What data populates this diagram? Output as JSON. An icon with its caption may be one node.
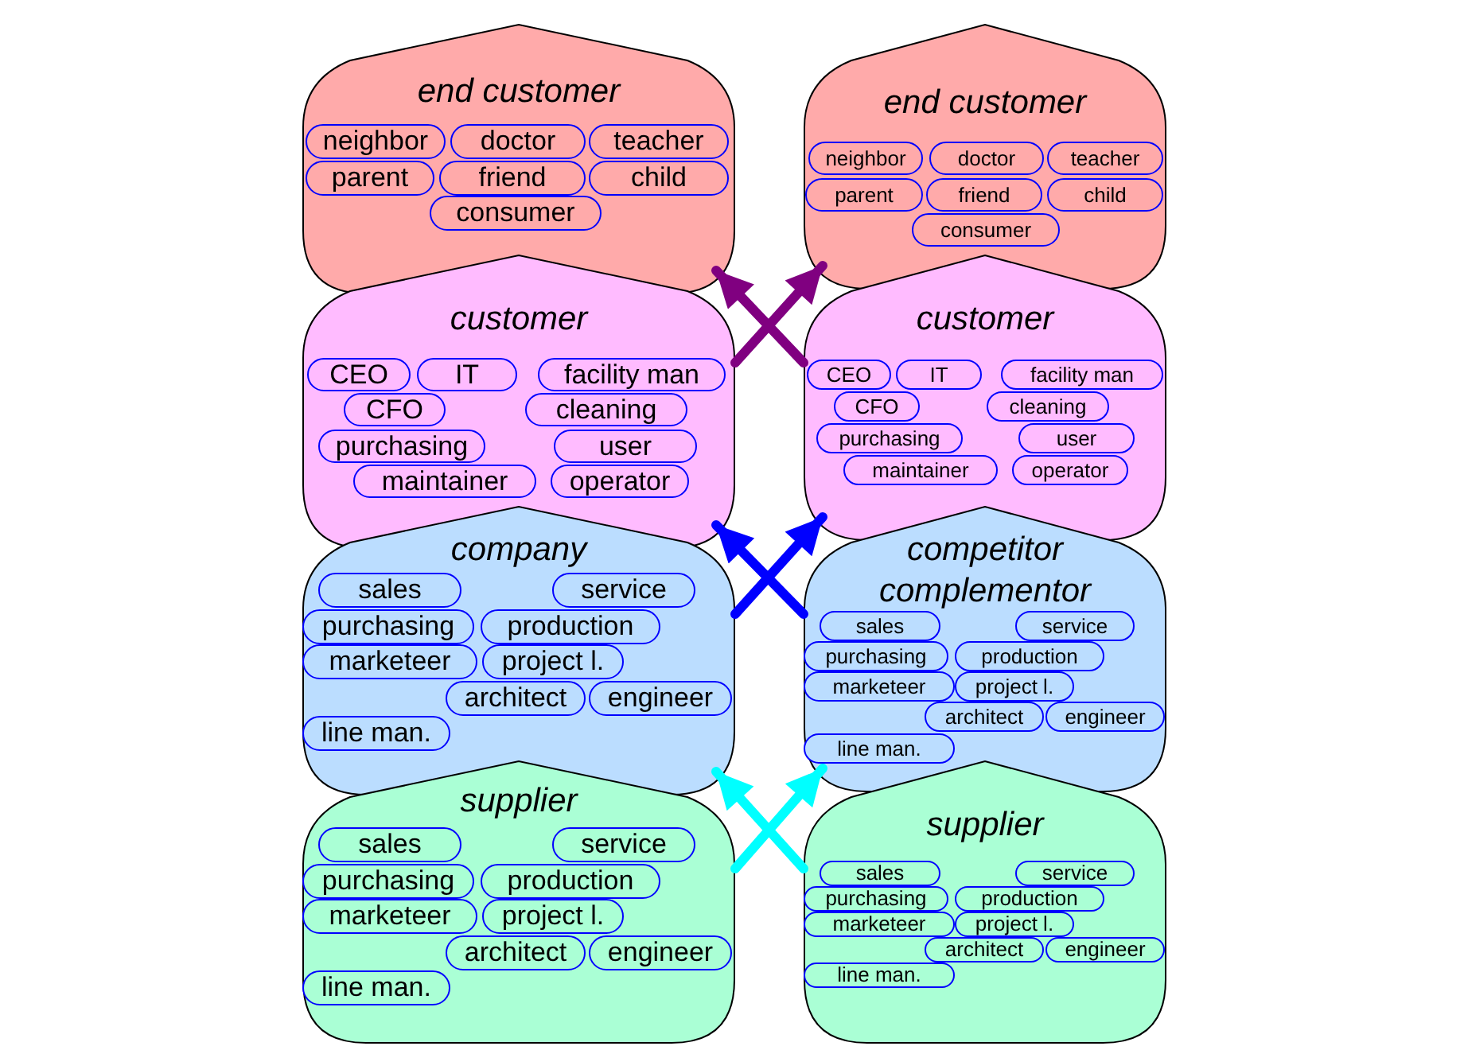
{
  "diagram": {
    "nodes": [
      {
        "text": [
          "end customer"
        ]
      },
      {
        "text": [
          "neighbor"
        ],
        "in": 0
      },
      {
        "text": [
          "doctor"
        ],
        "in": 0
      },
      {
        "text": [
          "teacher"
        ],
        "in": 0
      },
      {
        "text": [
          "parent"
        ],
        "in": 0
      },
      {
        "text": [
          "friend"
        ],
        "in": 0
      },
      {
        "text": [
          "child"
        ],
        "in": 0
      },
      {
        "text": [
          "consumer"
        ],
        "in": 0
      },
      {
        "text": [
          "end customer"
        ]
      },
      {
        "text": [
          "neighbor"
        ],
        "in": 8
      },
      {
        "text": [
          "doctor"
        ],
        "in": 8
      },
      {
        "text": [
          "teacher"
        ],
        "in": 8
      },
      {
        "text": [
          "parent"
        ],
        "in": 8
      },
      {
        "text": [
          "friend"
        ],
        "in": 8
      },
      {
        "text": [
          "child"
        ],
        "in": 8
      },
      {
        "text": [
          "consumer"
        ],
        "in": 8
      },
      {
        "text": [
          "customer"
        ]
      },
      {
        "text": [
          "CEO"
        ],
        "in": 16
      },
      {
        "text": [
          "IT"
        ],
        "in": 16
      },
      {
        "text": [
          "facility man"
        ],
        "in": 16
      },
      {
        "text": [
          "CFO"
        ],
        "in": 16
      },
      {
        "text": [
          "cleaning"
        ],
        "in": 16
      },
      {
        "text": [
          "purchasing"
        ],
        "in": 16
      },
      {
        "text": [
          "user"
        ],
        "in": 16
      },
      {
        "text": [
          "maintainer"
        ],
        "in": 16
      },
      {
        "text": [
          "operator"
        ],
        "in": 16
      },
      {
        "text": [
          "customer"
        ]
      },
      {
        "text": [
          "CEO"
        ],
        "in": 26
      },
      {
        "text": [
          "IT"
        ],
        "in": 26
      },
      {
        "text": [
          "facility man"
        ],
        "in": 26
      },
      {
        "text": [
          "CFO"
        ],
        "in": 26
      },
      {
        "text": [
          "cleaning"
        ],
        "in": 26
      },
      {
        "text": [
          "purchasing"
        ],
        "in": 26
      },
      {
        "text": [
          "user"
        ],
        "in": 26
      },
      {
        "text": [
          "maintainer"
        ],
        "in": 26
      },
      {
        "text": [
          "operator"
        ],
        "in": 26
      },
      {
        "text": [
          "company"
        ]
      },
      {
        "text": [
          "sales"
        ],
        "in": 36
      },
      {
        "text": [
          "service"
        ],
        "in": 36
      },
      {
        "text": [
          "purchasing"
        ],
        "in": 36
      },
      {
        "text": [
          "production"
        ],
        "in": 36
      },
      {
        "text": [
          "marketeer"
        ],
        "in": 36
      },
      {
        "text": [
          "project l."
        ],
        "in": 36
      },
      {
        "text": [
          "architect"
        ],
        "in": 36
      },
      {
        "text": [
          "engineer"
        ],
        "in": 36
      },
      {
        "text": [
          "line man."
        ],
        "in": 36
      },
      {
        "text": [
          "competitor complementor"
        ]
      },
      {
        "text": [
          "sales"
        ],
        "in": 46
      },
      {
        "text": [
          "service"
        ],
        "in": 46
      },
      {
        "text": [
          "purchasing"
        ],
        "in": 46
      },
      {
        "text": [
          "production"
        ],
        "in": 46
      },
      {
        "text": [
          "marketeer"
        ],
        "in": 46
      },
      {
        "text": [
          "project l."
        ],
        "in": 46
      },
      {
        "text": [
          "architect"
        ],
        "in": 46
      },
      {
        "text": [
          "engineer"
        ],
        "in": 46
      },
      {
        "text": [
          "line man."
        ],
        "in": 46
      },
      {
        "text": [
          "supplier"
        ]
      },
      {
        "text": [
          "sales"
        ],
        "in": 56
      },
      {
        "text": [
          "service"
        ],
        "in": 56
      },
      {
        "text": [
          "purchasing"
        ],
        "in": 56
      },
      {
        "text": [
          "production"
        ],
        "in": 56
      },
      {
        "text": [
          "marketeer"
        ],
        "in": 56
      },
      {
        "text": [
          "project l."
        ],
        "in": 56
      },
      {
        "text": [
          "architect"
        ],
        "in": 56
      },
      {
        "text": [
          "engineer"
        ],
        "in": 56
      },
      {
        "text": [
          "line man."
        ],
        "in": 56
      },
      {
        "text": [
          "supplier"
        ]
      },
      {
        "text": [
          "sales"
        ],
        "in": 66
      },
      {
        "text": [
          "service"
        ],
        "in": 66
      },
      {
        "text": [
          "purchasing"
        ],
        "in": 66
      },
      {
        "text": [
          "production"
        ],
        "in": 66
      },
      {
        "text": [
          "marketeer"
        ],
        "in": 66
      },
      {
        "text": [
          "project l."
        ],
        "in": 66
      },
      {
        "text": [
          "architect"
        ],
        "in": 66
      },
      {
        "text": [
          "engineer"
        ],
        "in": 66
      },
      {
        "text": [
          "line man."
        ],
        "in": 66
      }
    ],
    "edges": [
      {
        "from": 16,
        "to": 8,
        "arrow": "to",
        "color": "#800080"
      },
      {
        "from": 26,
        "to": 0,
        "arrow": "to",
        "color": "#800080"
      },
      {
        "from": 36,
        "to": 26,
        "arrow": "to",
        "color": "#0000ff"
      },
      {
        "from": 46,
        "to": 16,
        "arrow": "to",
        "color": "#0000ff"
      },
      {
        "from": 56,
        "to": 46,
        "arrow": "to",
        "color": "#00ffff"
      },
      {
        "from": 66,
        "to": 36,
        "arrow": "to",
        "color": "#00ffff"
      }
    ]
  }
}
